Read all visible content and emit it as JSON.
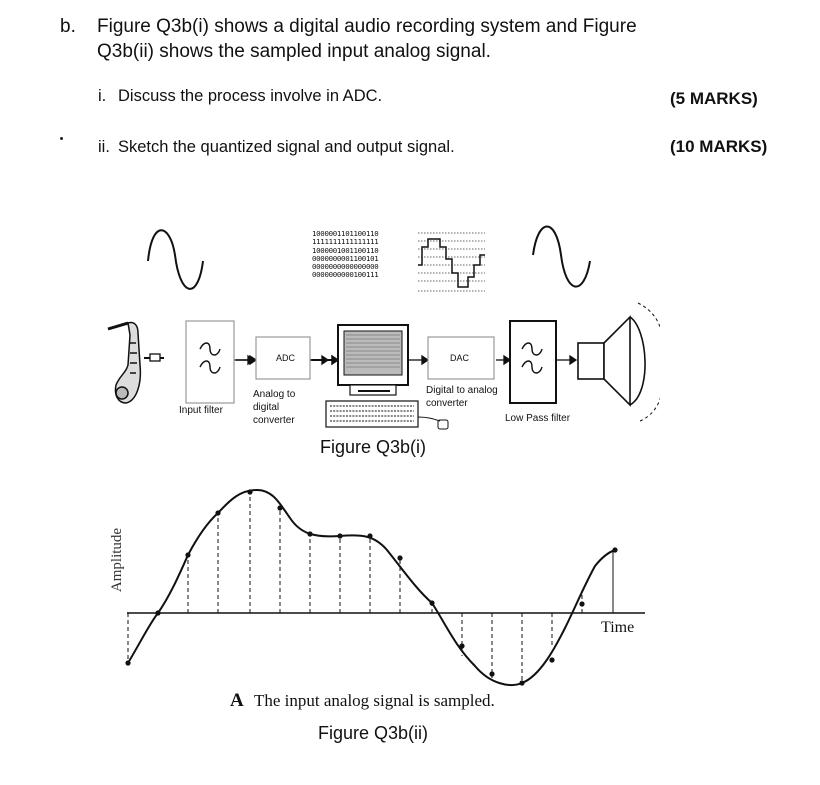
{
  "question": {
    "label": "b.",
    "line1": "Figure Q3b(i) shows a digital audio recording system and Figure",
    "line2": "Q3b(ii) shows the sampled input analog signal."
  },
  "parts": [
    {
      "label": "i.",
      "text": "Discuss the process involve in ADC.",
      "marks": "(5 MARKS)"
    },
    {
      "label": "ii.",
      "text": "Sketch the quantized signal and output signal.",
      "marks": "(10 MARKS)"
    }
  ],
  "figure1": {
    "binary_lines": [
      "1000001101100110",
      "1111111111111111",
      "1000001001100110",
      "0000000001100101",
      "0000000000000000",
      "0000000000100111"
    ],
    "adc_label": "ADC",
    "dac_label": "DAC",
    "input_filter": "Input filter",
    "adc_caption": [
      "Analog to",
      "digital",
      "converter"
    ],
    "dac_caption": [
      "Digital to analog",
      "converter"
    ],
    "lpf_caption": "Low Pass filter",
    "caption": "Figure Q3b(i)"
  },
  "figure2": {
    "y_label": "Amplitude",
    "x_label": "Time",
    "note_letter": "A",
    "note_text": "The input analog signal is sampled.",
    "caption": "Figure Q3b(ii)"
  }
}
